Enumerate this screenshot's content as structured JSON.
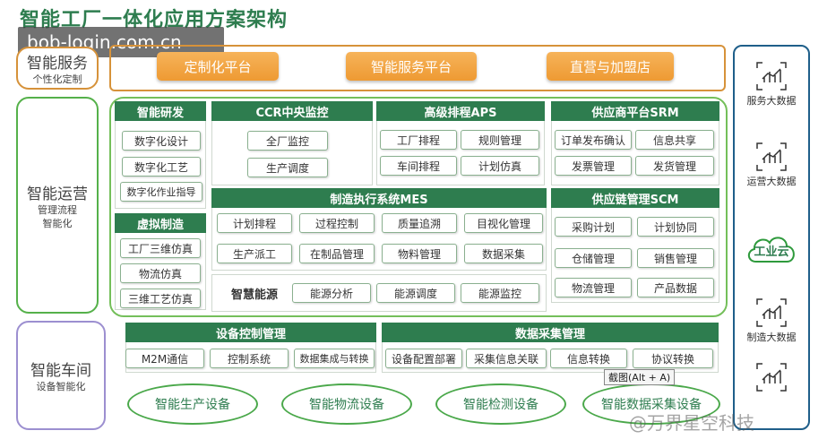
{
  "title": "智能工厂一体化应用方案架构",
  "watermark": "bob-login.com.cn",
  "bottom_watermark": "@万界星空科技",
  "tooltip": "截图(Alt + A)",
  "left": {
    "service": {
      "title": "智能服务",
      "sub": "个性化定制"
    },
    "ops": {
      "title": "智能运营",
      "sub1": "管理流程",
      "sub2": "智能化"
    },
    "workshop": {
      "title": "智能车间",
      "sub": "设备智能化"
    }
  },
  "top_buttons": [
    "定制化平台",
    "智能服务平台",
    "直营与加盟店"
  ],
  "rd": {
    "header": "智能研发",
    "items": [
      "数字化设计",
      "数字化工艺",
      "数字化作业指导"
    ]
  },
  "ccr": {
    "header": "CCR中央监控",
    "items": [
      "全厂监控",
      "生产调度"
    ]
  },
  "aps": {
    "header": "高级排程APS",
    "items": [
      "工厂排程",
      "规则管理",
      "车间排程",
      "计划仿真"
    ]
  },
  "srm": {
    "header": "供应商平台SRM",
    "items": [
      "订单发布确认",
      "信息共享",
      "发票管理",
      "发货管理"
    ]
  },
  "vm": {
    "header": "虚拟制造",
    "items": [
      "工厂三维仿真",
      "物流仿真",
      "三维工艺仿真"
    ]
  },
  "mes": {
    "header": "制造执行系统MES",
    "items": [
      "计划排程",
      "过程控制",
      "质量追溯",
      "目视化管理",
      "生产派工",
      "在制品管理",
      "物料管理",
      "数据采集"
    ]
  },
  "energy": {
    "label": "智慧能源",
    "items": [
      "能源分析",
      "能源调度",
      "能源监控"
    ]
  },
  "scm": {
    "header": "供应链管理SCM",
    "items": [
      "采购计划",
      "计划协同",
      "仓储管理",
      "销售管理",
      "物流管理",
      "产品数据"
    ]
  },
  "equip": {
    "header": "设备控制管理",
    "items": [
      "M2M通信",
      "控制系统",
      "数据集成与转换"
    ]
  },
  "dc": {
    "header": "数据采集管理",
    "items": [
      "设备配置部署",
      "采集信息关联",
      "信息转换",
      "协议转换"
    ]
  },
  "ovals": [
    "智能生产设备",
    "智能物流设备",
    "智能检测设备",
    "智能数据采集设备"
  ],
  "right": {
    "items": [
      "服务大数据",
      "运营大数据",
      "工业云",
      "制造大数据"
    ]
  },
  "colors": {
    "green": "#2e7d4f",
    "orange": "#ee9a33",
    "purple": "#9c8fd0",
    "blue": "#1f5f8a"
  }
}
